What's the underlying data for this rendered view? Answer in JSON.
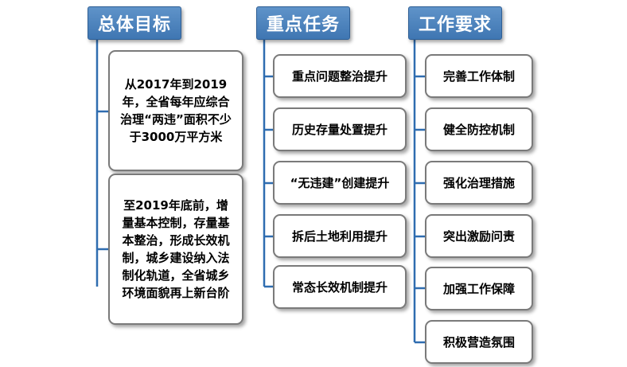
{
  "columns": [
    {
      "header": "总体目标",
      "items": [
        "从2017年到2019年，全省每年应综合治理“两违”面积不少于3000万平方米",
        "至2019年底前，增量基本控制，存量基本整治，形成长效机制，城乡建设纳入法制化轨道，全省城乡环境面貌再上新台阶"
      ]
    },
    {
      "header": "重点任务",
      "items": [
        "重点问题整治提升",
        "历史存量处置提升",
        "“无违建”创建提升",
        "拆后土地利用提升",
        "常态长效机制提升"
      ]
    },
    {
      "header": "工作要求",
      "items": [
        "完善工作体制",
        "健全防控机制",
        "强化治理措施",
        "突出激励问责",
        "加强工作保障",
        "积极营造氛围"
      ]
    }
  ]
}
